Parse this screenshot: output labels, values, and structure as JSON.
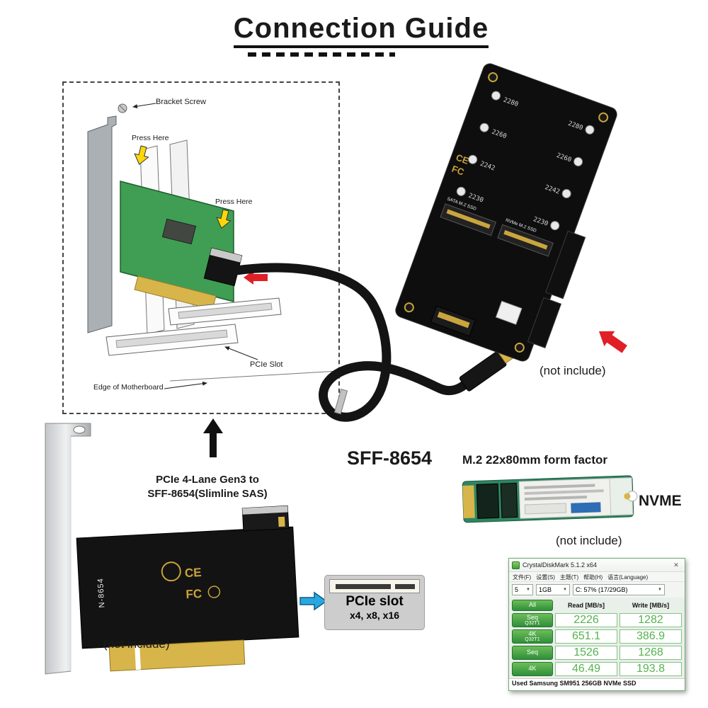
{
  "title": "Connection Guide",
  "diagram": {
    "bracket_screw": "Bracket Screw",
    "press_here": "Press Here",
    "pcie_slot": "PCIe Slot",
    "edge_of_motherboard": "Edge of Motherboard"
  },
  "cable_label": "SFF-8654",
  "adapter": {
    "sizes": [
      "2280",
      "2260",
      "2242",
      "2230"
    ],
    "slot_label_sata": "SATA M.2 SSD",
    "slot_label_nvme": "NVMe M.2 SSD",
    "ce_mark": "CE",
    "fc_mark": "FC",
    "not_include": "(not include)"
  },
  "card": {
    "name_vertical": "N-8654",
    "ce_mark": "CE",
    "fc_mark": "FC",
    "title_line1": "PCIe 4-Lane Gen3 to",
    "title_line2": "SFF-8654(Slimline SAS)",
    "not_include": "(not include)"
  },
  "pcie_slot_box": {
    "line1": "PCIe slot",
    "line2": "x4, x8, x16"
  },
  "ssd": {
    "form_factor": "M.2 22x80mm form factor",
    "type_label": "NVME",
    "not_include": "(not include)"
  },
  "benchmark": {
    "window_title": "CrystalDiskMark 5.1.2 x64",
    "close_icon": "✕",
    "dropdown_caret": "▼",
    "menu": [
      "文件(F)",
      "设置(S)",
      "主题(T)",
      "帮助(H)",
      "语言(Language)"
    ],
    "test_count": "5",
    "test_size": "1GB",
    "target_drive": "C: 57% (17/29GB)",
    "all_button": "All",
    "read_header": "Read [MB/s]",
    "write_header": "Write [MB/s]",
    "rows": [
      {
        "name": "Seq",
        "sub": "Q32T1",
        "read": "2226",
        "write": "1282"
      },
      {
        "name": "4K",
        "sub": "Q32T1",
        "read": "651.1",
        "write": "386.9"
      },
      {
        "name": "Seq",
        "sub": "",
        "read": "1526",
        "write": "1268"
      },
      {
        "name": "4K",
        "sub": "",
        "read": "46.49",
        "write": "193.8"
      }
    ],
    "status": "Used Samsung SM951 256GB NVMe SSD"
  },
  "colors": {
    "card_green": "#3f9e53",
    "gold": "#d8b54a",
    "red_arrow": "#e01f26",
    "yellow_arrow": "#ffd60a",
    "blue_arrow": "#29a8e0",
    "cdm_green": "#3f9d3f",
    "cdm_value_green": "#55b24e"
  }
}
